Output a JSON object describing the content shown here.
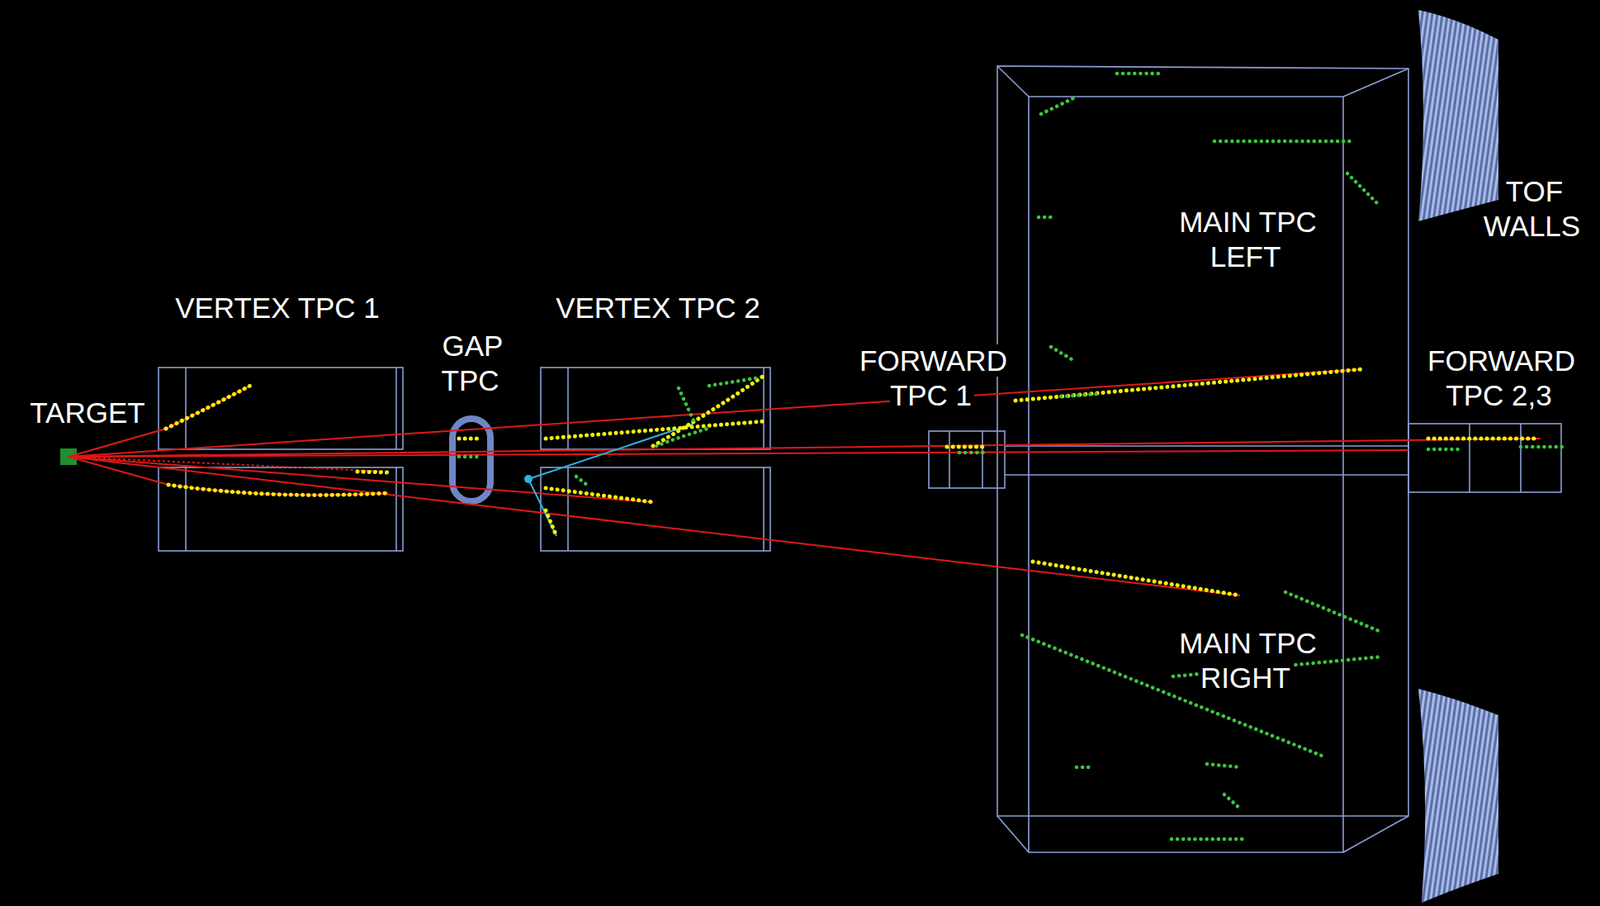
{
  "diagram": {
    "labels": [
      "TARGET",
      "VERTEX TPC 1",
      "GAP TPC",
      "VERTEX TPC 2",
      "FORWARD TPC 1",
      "MAIN TPC LEFT",
      "FORWARD TPC 2,3",
      "TOF WALLS",
      "MAIN TPC RIGHT"
    ]
  }
}
